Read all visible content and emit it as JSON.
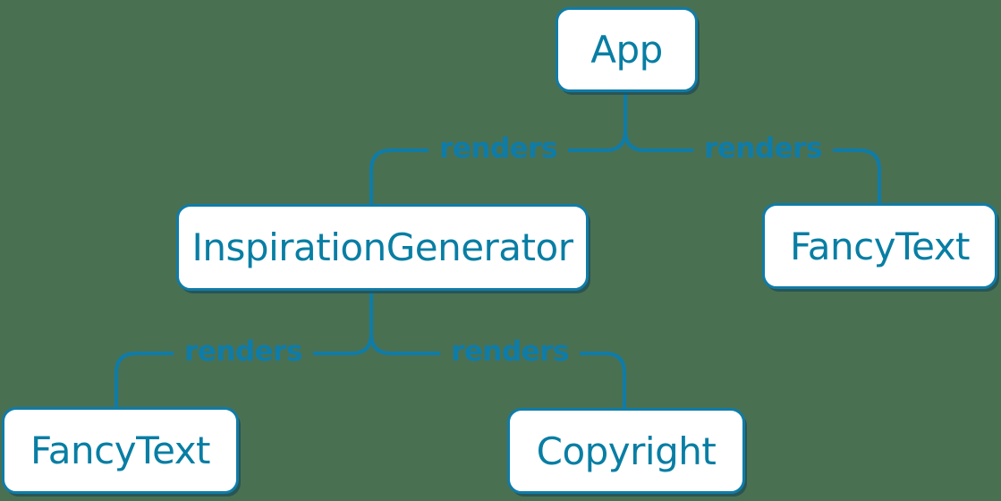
{
  "diagram": {
    "colors": {
      "background": "#4a7052",
      "accent": "#0f7ca8",
      "node_fill": "#ffffff",
      "node_text": "#087ea4"
    },
    "nodes": [
      {
        "id": "app",
        "label": "App"
      },
      {
        "id": "inspiration-generator",
        "label": "InspirationGenerator"
      },
      {
        "id": "fancy-text-top",
        "label": "FancyText"
      },
      {
        "id": "fancy-text-bottom",
        "label": "FancyText"
      },
      {
        "id": "copyright",
        "label": "Copyright"
      }
    ],
    "edges": [
      {
        "from": "App",
        "to": "InspirationGenerator",
        "label": "renders"
      },
      {
        "from": "App",
        "to": "FancyText",
        "label": "renders"
      },
      {
        "from": "InspirationGenerator",
        "to": "FancyText",
        "label": "renders"
      },
      {
        "from": "InspirationGenerator",
        "to": "Copyright",
        "label": "renders"
      }
    ]
  }
}
